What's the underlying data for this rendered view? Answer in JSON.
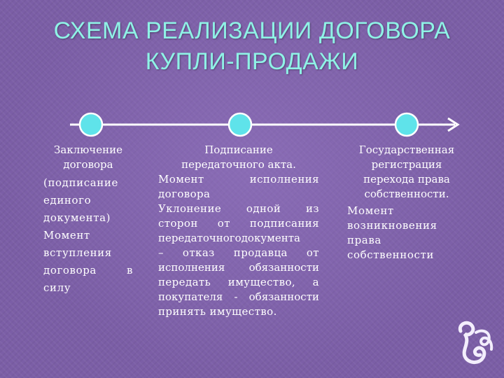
{
  "title": {
    "line1": "СХЕМА РЕАЛИЗАЦИИ ДОГОВОРА",
    "line2": "КУПЛИ-ПРОДАЖИ"
  },
  "stages": [
    {
      "heading": [
        "Заключение",
        "договора"
      ],
      "body": [
        {
          "text": "(подписание",
          "align": "left"
        },
        {
          "text": "единого",
          "align": "left"
        },
        {
          "text": "документа)",
          "align": "left"
        },
        {
          "text": "Момент",
          "align": "left"
        },
        {
          "text": "вступления",
          "align": "left"
        },
        {
          "text": "договора в",
          "align": "justify"
        },
        {
          "text": "силу",
          "align": "left"
        }
      ]
    },
    {
      "heading": [
        "Подписание",
        "передаточного акта."
      ],
      "body": [
        {
          "text": "Момент исполнения",
          "align": "justify"
        },
        {
          "text": "договора",
          "align": "left"
        },
        {
          "text": "Уклонение одной из",
          "align": "justify"
        },
        {
          "text": "сторон от подписания",
          "align": "justify"
        },
        {
          "text": "передаточногодокумента",
          "align": "justify"
        },
        {
          "text": "– отказ продавца от",
          "align": "justify"
        },
        {
          "text": "исполнения обязанности",
          "align": "justify"
        },
        {
          "text": "передать имущество, а",
          "align": "justify"
        },
        {
          "text": "покупателя - обязанности",
          "align": "justify"
        },
        {
          "text": "принять имущество.",
          "align": "left"
        }
      ]
    },
    {
      "heading": [
        "Государственная",
        "регистрация",
        "перехода права",
        "собственности."
      ],
      "body": [
        {
          "text": "Момент",
          "align": "left"
        },
        {
          "text": "возникновения",
          "align": "left"
        },
        {
          "text": "права",
          "align": "left"
        },
        {
          "text": "собственности",
          "align": "left"
        }
      ]
    }
  ],
  "colors": {
    "background": "#7b5ea6",
    "title": "#8ff2e6",
    "node_fill": "#5fe3ea",
    "line": "#ffffff"
  }
}
